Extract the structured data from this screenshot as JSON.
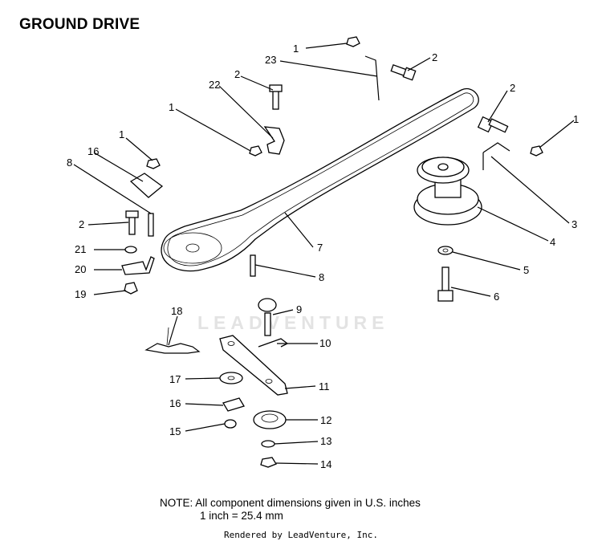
{
  "title": "GROUND DRIVE",
  "note_line1": "NOTE:  All component dimensions given in U.S. inches",
  "note_line2": "1 inch = 25.4 mm",
  "credit": "Rendered by LeadVenture, Inc.",
  "watermark": "LEADVENTURE",
  "callouts": [
    "1",
    "23",
    "2",
    "22",
    "2",
    "1",
    "2",
    "1",
    "16",
    "1",
    "8",
    "2",
    "21",
    "20",
    "19",
    "7",
    "8",
    "3",
    "4",
    "5",
    "6",
    "18",
    "9",
    "10",
    "17",
    "11",
    "16",
    "12",
    "15",
    "13",
    "14"
  ]
}
